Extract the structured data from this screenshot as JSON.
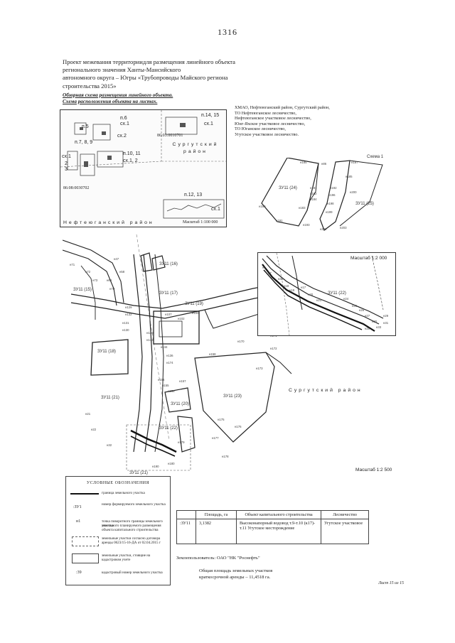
{
  "page_number": "1316",
  "header": {
    "lines": [
      "Проект межевания территориидля размещения линейного объекта",
      "регионального значения Ханты-Мансийского",
      "автономного округа – Югры «Трубопроводы Майского региона",
      "строительства 2015»"
    ]
  },
  "subtitles": [
    "Обзорная схема размещения линейного объекта.",
    "Схема расположения объекта на листах."
  ],
  "admin_info": [
    "ХМАО, Нефтеюганский район, Сургутский район,",
    "ТО Нефтеюганское лесничество,",
    "Нефтеюганское участковое лесничество,",
    "Юнг-Яхское участковое лесничество,",
    "ТО Юганское лесничество,",
    "Угутское участковое лесничество."
  ],
  "overview": {
    "sheet_labels": [
      "п.6",
      "сх.1",
      "п.5",
      "сх.2",
      "п.7, 8, 9",
      "сх.1",
      "2",
      "3",
      "п.10, 11",
      "сх.1, 2",
      "п.14, 15",
      "сх.1",
      "п.12, 13",
      "сх.1"
    ],
    "cadastral": [
      "86:03:0010701",
      "86:08:0030702"
    ],
    "district_surgut": "Сургутский район",
    "district_nefteyugansk": "Нефтеюганский район",
    "scale": "Масштаб 1:100 000"
  },
  "scheme1": {
    "title": "Схема 1",
    "plots": [
      "ЗУ11 (24)",
      "ЗУ11 (25)"
    ],
    "point_labels": [
      "н86",
      "н187",
      "н185",
      "н181",
      "н182",
      "н184",
      "н183",
      "н189",
      "н191",
      "н193",
      "н192",
      "н196",
      "н198",
      "н199",
      "н202",
      "н203",
      "н200",
      "н185"
    ]
  },
  "inset": {
    "scale": "Масштаб 1:2 000",
    "plots": [
      "ЗУ11 (22)"
    ],
    "point_labels": [
      "н1",
      "н7",
      "н32",
      "н18",
      "н19",
      "н17",
      "н20",
      "н23",
      "н24",
      "н25",
      "н26",
      "н27",
      "н30",
      "н33",
      "н28",
      "н29",
      "н31"
    ]
  },
  "main_map": {
    "district": "Сургутский район",
    "scale": "Масштаб 1:2 500",
    "plots": [
      "ЗУ11 (15)",
      "ЗУ11 (16)",
      "ЗУ11 (17)",
      "ЗУ11 (19)",
      "ЗУ11 (18)",
      "ЗУ11 (20)",
      "ЗУ11 (21)",
      "ЗУ11 (22)",
      "ЗУ11 (23)",
      "ЗУ11 (21)"
    ],
    "point_labels": [
      "н71",
      "н72",
      "н73",
      "н47",
      "н58",
      "н69",
      "н70",
      "н100",
      "н102",
      "н107",
      "н129",
      "н132",
      "н131",
      "н130",
      "н140",
      "н143",
      "н134",
      "н136",
      "н154",
      "н155",
      "н156",
      "н157",
      "н158",
      "н170",
      "н171",
      "н172",
      "н173",
      "н174",
      "н175",
      "н176",
      "н177",
      "н178",
      "н179",
      "н180",
      "н190",
      "н21",
      "н22",
      "н32"
    ]
  },
  "legend": {
    "title": "УСЛОВНЫЕ ОБОЗНАЧЕНИЯ",
    "items": [
      {
        "symbol": "",
        "text": "граница земельного участка"
      },
      {
        "symbol": ":ЗУ1",
        "text": "номер формируемого земельного участка"
      },
      {
        "symbol": "н1",
        "text": "точка поворотного границы земельного участка"
      },
      {
        "symbol": "",
        "text": "земельные участки, стоящие на кадастровом учете"
      },
      {
        "symbol": ":39",
        "text": "кадастровый номер земельного участка"
      }
    ],
    "extra": [
      "земельного планируемого размещения объекта капитального строительства",
      "земельные участки согласно договора аренды 0623/15-16-ДА от 02.04.2015 г"
    ]
  },
  "table": {
    "headers": [
      "",
      "Площадь, га",
      "Объект капитального строительства",
      "Лесничество"
    ],
    "row": [
      ":ЗУ11",
      "3,1382",
      "Высоконапорный водовод т.9-т.10 (к17)-т.11 Угутское месторождение",
      "Угутское участковое"
    ]
  },
  "land_user": "Землепользователь: ОАО \"НК \"Роснефть\"",
  "total_area": [
    "Общая площадь земельных участков",
    "краткосрочной аренды – 11,4518 га."
  ],
  "sheet_info": "Лист 15 из 15"
}
